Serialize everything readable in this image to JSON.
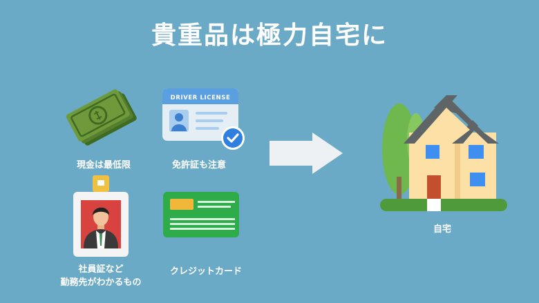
{
  "title": "貴重品は極力自宅に",
  "items": [
    {
      "label": "現金は最低限",
      "icon": "cash-icon"
    },
    {
      "label": "免許証も注意",
      "icon": "driver-license-icon",
      "card_text": "DRIVER LICENSE"
    },
    {
      "label_lines": [
        "社員証など",
        "勤務先がわかるもの"
      ],
      "icon": "employee-id-badge-icon"
    },
    {
      "label": "クレジットカード",
      "icon": "credit-card-icon"
    }
  ],
  "destination": {
    "label": "自宅",
    "icon": "house-icon"
  },
  "arrow": {
    "icon": "arrow-right-icon"
  },
  "colors": {
    "background": "#6aaac6",
    "cash": "#6f9a3c",
    "license_header": "#5a9fe0",
    "card": "#2fac4a",
    "house_wall": "#fde0a6",
    "roof": "#5f6467",
    "tree": "#6fb84d"
  }
}
